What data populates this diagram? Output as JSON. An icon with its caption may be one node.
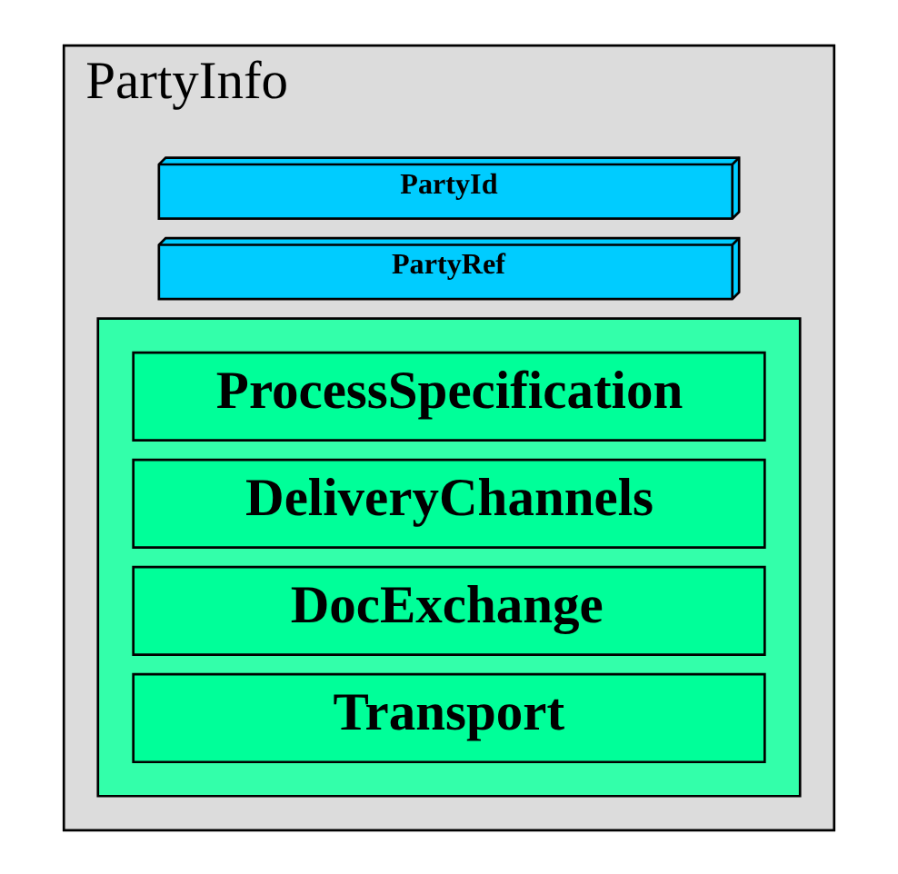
{
  "diagram": {
    "nodes": [
      {
        "text": [
          "PartyInfo"
        ]
      },
      {
        "text": [
          "PartyId"
        ],
        "in": 0
      },
      {
        "text": [
          "PartyRef"
        ],
        "in": 0
      },
      {
        "text": [],
        "shape": "box",
        "in": 0
      },
      {
        "text": [
          "ProcessSpecification"
        ],
        "in": 3
      },
      {
        "text": [
          "DeliveryChannels"
        ],
        "in": 3
      },
      {
        "text": [
          "DocExchange"
        ],
        "in": 3
      },
      {
        "text": [
          "Transport"
        ],
        "in": 3
      }
    ],
    "edges": []
  }
}
